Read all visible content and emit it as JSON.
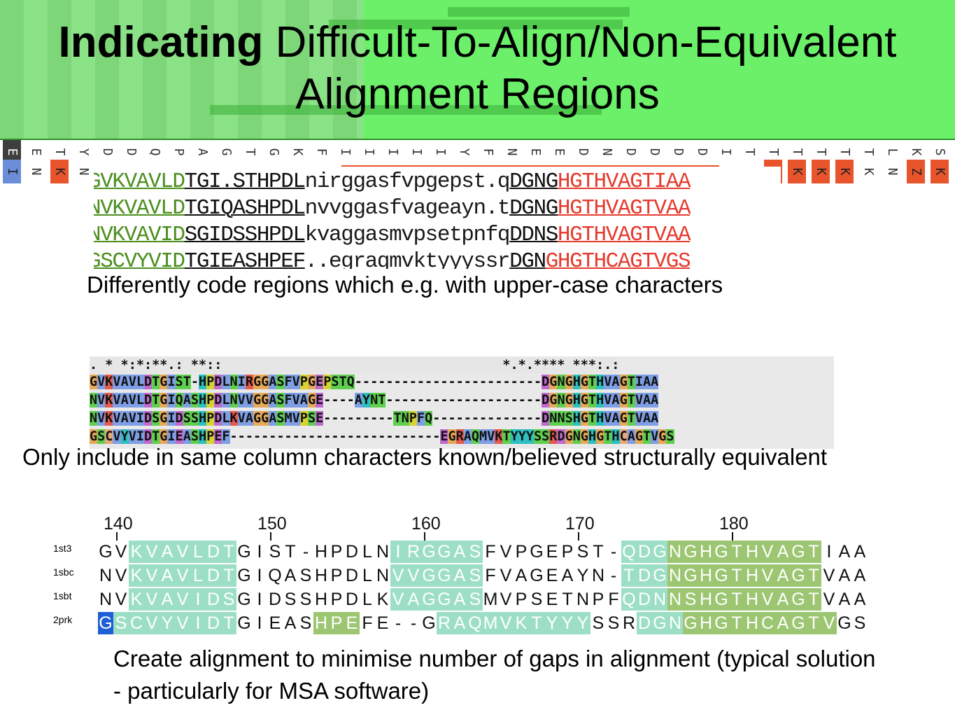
{
  "slide": {
    "title_bold": "Indicating",
    "title_line1": " Difficult-To-Align/Non-Equivalent",
    "title_line2": "Alignment Regions"
  },
  "captions": {
    "case_coding": "Differently code regions which e.g. with upper-case characters",
    "structural": "Only include in same column characters known/believed structurally equivalent",
    "min_gaps": "Create alignment to minimise number of gaps in alignment (typical solution - particularly for MSA software)"
  },
  "colors": {
    "banner": "#6cf06a",
    "upper_case_green": "#4a8f1e",
    "upper_case_red": "#e53a2e",
    "jalview_light": "#9ddfc6",
    "jalview_olive": "#9dc672",
    "jalview_blue": "#1f5fd6"
  },
  "case_alignment": {
    "rows": [
      [
        {
          "t": "GVKVAVLD",
          "c": "c-green"
        },
        {
          "t": "TGI.STHPDL",
          "c": "c-black"
        },
        {
          "t": "nirggasfvpgepst.q",
          "c": "c-lower"
        },
        {
          "t": "DGNG",
          "c": "c-black"
        },
        {
          "t": "HGTHVAGTIAA",
          "c": "c-red"
        }
      ],
      [
        {
          "t": "NVKVAVLD",
          "c": "c-green"
        },
        {
          "t": "TGIQASHPDL",
          "c": "c-black"
        },
        {
          "t": "nvvggasfvageayn.t",
          "c": "c-lower"
        },
        {
          "t": "DGNG",
          "c": "c-black"
        },
        {
          "t": "HGTHVAGTVAA",
          "c": "c-red"
        }
      ],
      [
        {
          "t": "NVKVAVID",
          "c": "c-green"
        },
        {
          "t": "SGIDSSHPDL",
          "c": "c-black"
        },
        {
          "t": "kvaggasmvpsetpnfq",
          "c": "c-lower"
        },
        {
          "t": "DDNS",
          "c": "c-black"
        },
        {
          "t": "HGTHVAGTVAA",
          "c": "c-red"
        }
      ],
      [
        {
          "t": "GSCVYVID",
          "c": "c-green"
        },
        {
          "t": "TGIEASHPEF",
          "c": "c-black"
        },
        {
          "t": "..egraqmvktyyyssr",
          "c": "c-lower"
        },
        {
          "t": "DGN",
          "c": "c-black"
        },
        {
          "t": "GHGTHCAGTVGS",
          "c": "c-red"
        }
      ]
    ]
  },
  "clustal_alignment": {
    "conservation": ". * *:*:**.: **::                                    *.*.**** ***:.:",
    "rows": [
      "GVKVAVLDTGIST-HPDLNIRGGASFVPGEPSTQ------------------------DGNGHGTHVAGTIAA",
      "NVKVAVLDTGIQASHPDLNVVGGASFVAGE----AYNT--------------------DGNGHGTHVAGTVAA",
      "NVKVAVIDSGIDSSHPDLKVAGGASMVPSE---------TNPFQ--------------DNNSHGTHVAGTVAA",
      "GSCVYVIDTGIEASHPEF---------------------------EGRAQMVKTYYYSSRDGNGHGTHCAGTVGS"
    ]
  },
  "jalview_alignment": {
    "ruler": [
      "140",
      "150",
      "160",
      "170",
      "180"
    ],
    "names": [
      "1st3",
      "1sbc",
      "1sbt",
      "2prk"
    ],
    "rows": [
      "GVKVAVLDTGIST-HPDLNIRGGASFVPGEPST-QDGNGHGTHVAGTIAA",
      "NVKVAVLDTGIQASHPDLNVVGGASFVAGEAYN-TDGNGHGTHVAGTVAA",
      "NVKVAVIDSGIDSSHPDLKVAGGASMVPSETNPFQDNNSHGTHVAGTVAA",
      "GSCVYVIDTGIEASHPEFE--GRAQMVKTYYYSSRDGNGHGTHCAGTVGS"
    ]
  }
}
